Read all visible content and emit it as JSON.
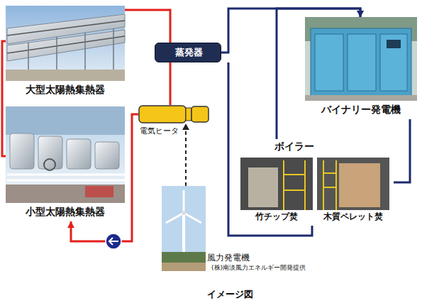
{
  "diagram": {
    "nodes": [
      {
        "text": [
          "大型太陽熱集熱器"
        ]
      },
      {
        "text": [
          "蒸発器"
        ]
      },
      {
        "text": [
          "バイナリー発電機"
        ]
      },
      {
        "text": [
          "電気ヒータ"
        ]
      },
      {
        "text": [
          "小型太陽熱集熱器"
        ]
      },
      {
        "text": [
          "ボイラー"
        ]
      },
      {
        "text": [
          "竹チップ焚"
        ],
        "in": 5
      },
      {
        "text": [
          "木質ペレット焚"
        ],
        "in": 5
      },
      {
        "text": [
          "風力発電機",
          "(株)南淡風力エネルギー開発提供"
        ]
      }
    ],
    "edges": [
      {
        "from": 0,
        "to": 1,
        "arrow": "none"
      },
      {
        "from": 1,
        "to": 3,
        "arrow": "none"
      },
      {
        "from": 3,
        "to": 4,
        "arrow": "to"
      },
      {
        "from": 4,
        "to": 0,
        "arrow": "none"
      },
      {
        "from": 8,
        "to": 3,
        "arrow": "to"
      },
      {
        "from": 1,
        "to": 2,
        "arrow": "to"
      },
      {
        "from": 5,
        "to": 2,
        "arrow": "to"
      },
      {
        "from": 2,
        "to": 5,
        "arrow": "none"
      },
      {
        "from": 5,
        "to": 1,
        "arrow": "none"
      }
    ],
    "labels": [
      "イメージ図"
    ]
  }
}
